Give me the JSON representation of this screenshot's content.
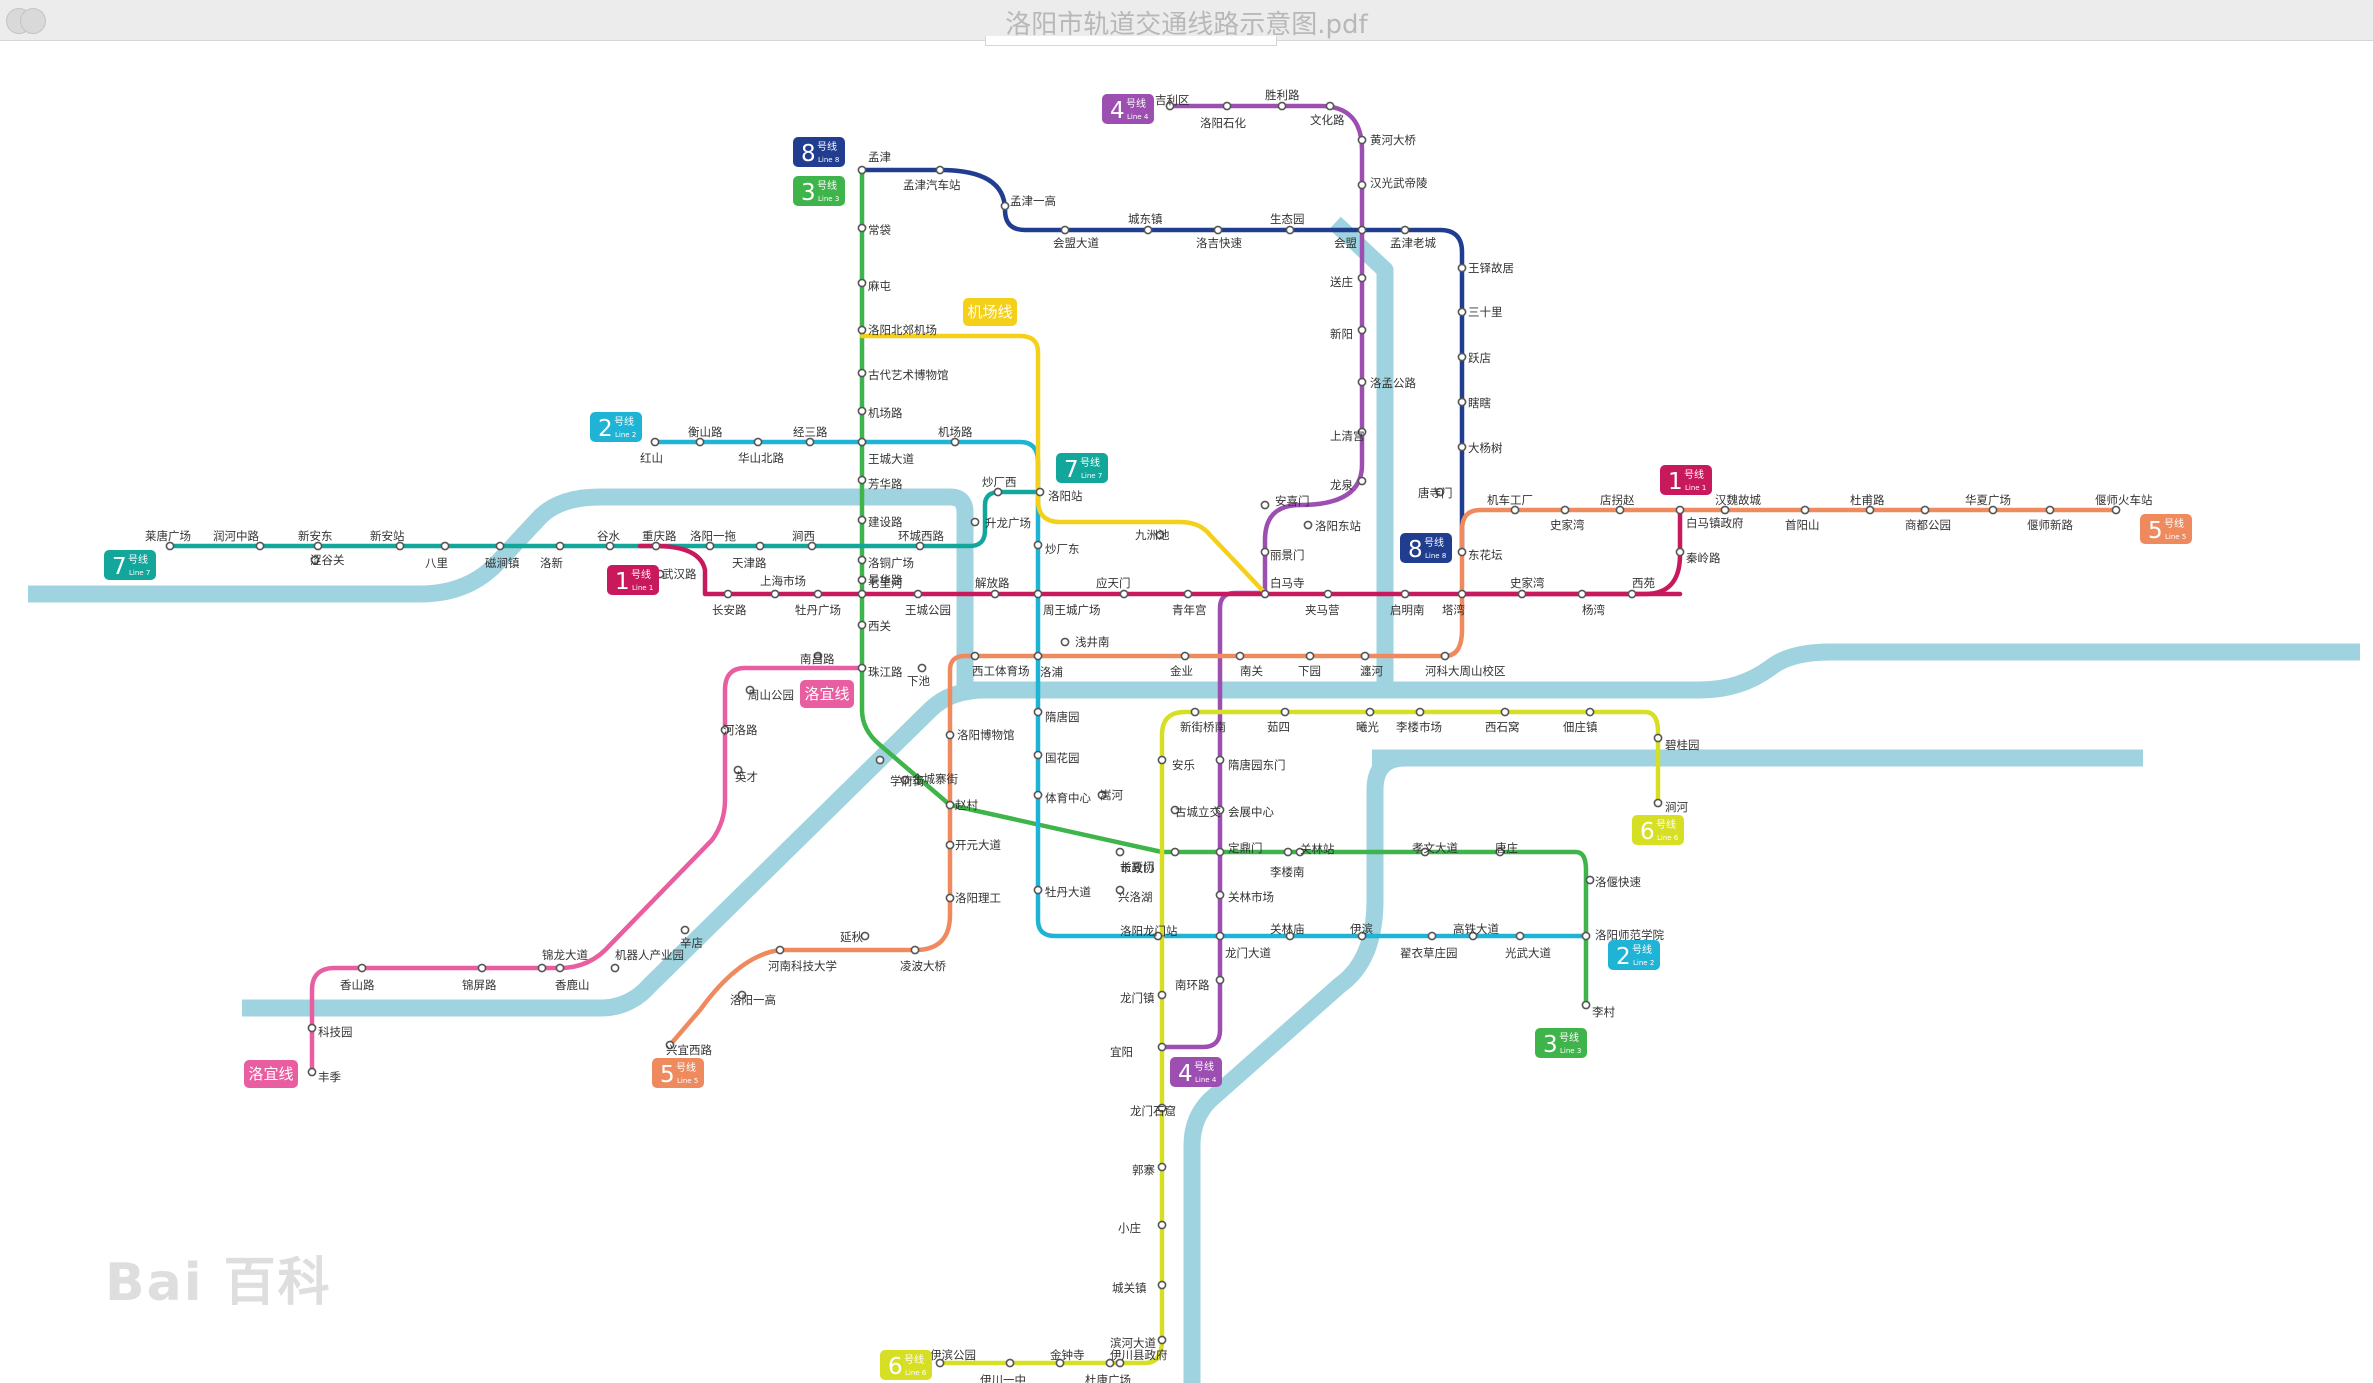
{
  "window": {
    "title": "洛阳市轨道交通线路示意图.pdf"
  },
  "colors": {
    "river": "#9fd3df",
    "line1": "#c8195c",
    "line2": "#1fb3d6",
    "line3": "#3fb44b",
    "line4": "#9c4fb0",
    "line5": "#ef8a5e",
    "line6": "#d6df24",
    "line7": "#13a79b",
    "line8": "#203d8f",
    "airport": "#f4d01a",
    "luoyi": "#e85ea0"
  },
  "badges": [
    {
      "num": "8",
      "cn": "号线",
      "en": "Line 8",
      "color": "#203d8f"
    },
    {
      "num": "3",
      "cn": "号线",
      "en": "Line 3",
      "color": "#3fb44b"
    },
    {
      "num": "4",
      "cn": "号线",
      "en": "Line 4",
      "color": "#9c4fb0"
    },
    {
      "num": "2",
      "cn": "号线",
      "en": "Line 2",
      "color": "#1fb3d6"
    },
    {
      "num": "7",
      "cn": "号线",
      "en": "Line 7",
      "color": "#13a79b"
    },
    {
      "num": "7",
      "cn": "号线",
      "en": "Line 7",
      "color": "#13a79b"
    },
    {
      "num": "1",
      "cn": "号线",
      "en": "Line 1",
      "color": "#c8195c"
    },
    {
      "num": "1",
      "cn": "号线",
      "en": "Line 1",
      "color": "#c8195c"
    },
    {
      "num": "8",
      "cn": "号线",
      "en": "Line 8",
      "color": "#203d8f"
    },
    {
      "num": "5",
      "cn": "号线",
      "en": "Line 5",
      "color": "#ef8a5e"
    },
    {
      "num": "5",
      "cn": "号线",
      "en": "Line 5",
      "color": "#ef8a5e"
    },
    {
      "num": "6",
      "cn": "号线",
      "en": "Line 6",
      "color": "#d6df24"
    },
    {
      "num": "2",
      "cn": "号线",
      "en": "Line 2",
      "color": "#1fb3d6"
    },
    {
      "num": "3",
      "cn": "号线",
      "en": "Line 3",
      "color": "#3fb44b"
    },
    {
      "num": "4",
      "cn": "号线",
      "en": "Line 4",
      "color": "#9c4fb0"
    },
    {
      "num": "6",
      "cn": "号线",
      "en": "Line 6",
      "color": "#d6df24"
    }
  ],
  "named_badges": [
    {
      "label": "机场线",
      "color": "#f4d01a"
    },
    {
      "label": "洛宜线",
      "color": "#e85ea0"
    },
    {
      "label": "洛宜线",
      "color": "#e85ea0"
    }
  ],
  "stations": [
    "吉利区",
    "胜利路",
    "洛阳石化",
    "文化路",
    "黄河大桥",
    "汉光武帝陵",
    "孟津",
    "孟津汽车站",
    "孟津一高",
    "城东镇",
    "生态园",
    "会盟大道",
    "洛吉快速",
    "会盟",
    "孟津老城",
    "王铎故居",
    "三十里",
    "送庄",
    "新阳",
    "常袋",
    "麻屯",
    "洛阳北郊机场",
    "古代艺术博物馆",
    "机场路",
    "跃店",
    "瞎瞎",
    "洛孟公路",
    "大杨树",
    "衡山路",
    "经三路",
    "红山",
    "华山北路",
    "王城大道",
    "芳华路",
    "机场路",
    "炒厂西",
    "洛阳站",
    "上清宫",
    "龙泉",
    "唐寺门",
    "机车工厂",
    "史家湾",
    "店拐赵",
    "汉魏故城",
    "首阳山",
    "杜甫路",
    "商都公园",
    "华夏广场",
    "偃师新路",
    "偃师火车站",
    "建设路",
    "九洲池",
    "安喜门",
    "洛阳东站",
    "东花坛",
    "升龙广场",
    "炒厂东",
    "莱唐广场",
    "润河中路",
    "新安东",
    "新安站",
    "涩谷关",
    "八里",
    "磁涧镇",
    "洛新",
    "谷水",
    "重庆路",
    "洛阳一拖",
    "天津路",
    "涧西",
    "景华路",
    "洛铜广场",
    "环城西路",
    "丽景门",
    "白马寺",
    "白马镇政府",
    "秦岭路",
    "武汉路",
    "长安路",
    "上海市场",
    "牡丹广场",
    "七里河",
    "王城公园",
    "解放路",
    "周王城广场",
    "应天门",
    "青年宫",
    "夹马营",
    "启明南",
    "塔湾",
    "史家湾",
    "杨湾",
    "西苑",
    "西关",
    "西工体育场",
    "浅井南",
    "南昌路",
    "珠江路",
    "下池",
    "洛浦",
    "金业",
    "南关",
    "下园",
    "瀍河",
    "河科大周山校区",
    "周山公园",
    "河洛路",
    "英才",
    "洛阳博物馆",
    "隋唐园",
    "国花园",
    "新街桥南",
    "茹四",
    "曦光",
    "李楼市场",
    "西石窝",
    "佃庄镇",
    "碧桂园",
    "涧河",
    "学府街",
    "金城寨街",
    "嵩河",
    "安乐",
    "隋唐园东门",
    "古城立交",
    "体育中心",
    "赵村",
    "会展中心",
    "开元大道",
    "市政协",
    "定鼎门",
    "关林站",
    "孝文大道",
    "唐庄",
    "长夏门",
    "李楼南",
    "洛偃快速",
    "兴洛湖",
    "关林市场",
    "牡丹大道",
    "洛阳理工",
    "关林庙",
    "伊滨",
    "高铁大道",
    "洛阳师范学院",
    "洛阳龙门站",
    "龙门大道",
    "翟衣草庄园",
    "光武大道",
    "南环路",
    "李村",
    "龙门镇",
    "辛店",
    "机器人产业园",
    "锦龙大道",
    "香山路",
    "锦屏路",
    "香鹿山",
    "延秋",
    "河南科技大学",
    "凌波大桥",
    "洛阳一高",
    "科技园",
    "兴宜西路",
    "丰季",
    "宜阳",
    "龙门石窟",
    "郭寨",
    "小庄",
    "城关镇",
    "滨河大道",
    "伊滨公园",
    "金钟寺",
    "伊川县政府",
    "伊川一中",
    "杜康广场"
  ],
  "watermark": "Bai 百科"
}
